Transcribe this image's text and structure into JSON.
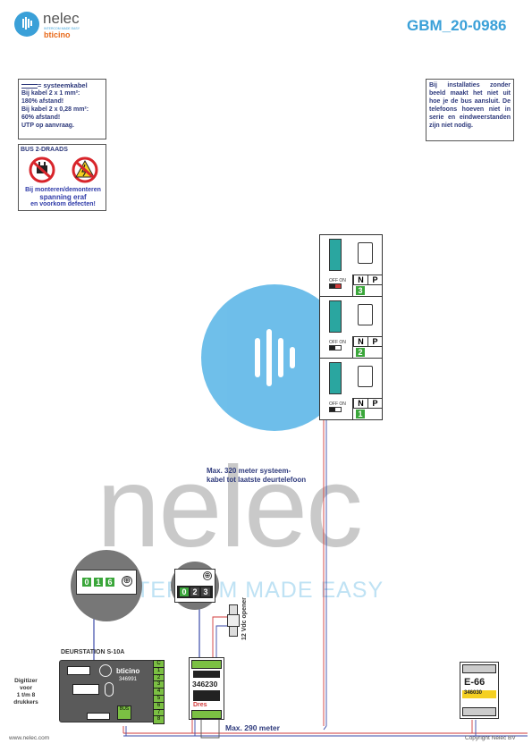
{
  "header": {
    "brand_name": "nelec",
    "brand_tagline": "INTERCOM MADE EASY",
    "brand_partner": "bticino",
    "doc_code": "GBM_20-0986"
  },
  "notes": {
    "cable_title": "= systeemkabel",
    "cable_lines": [
      "Bij kabel 2 x 1 mm²:",
      "180% afstand!",
      "Bij kabel 2 x 0,28 mm²:",
      "60% afstand!",
      "UTP op aanvraag."
    ],
    "bus_title": "BUS 2-DRAADS",
    "bus_warning": [
      "Bij monteren/demonteren",
      "spanning eraf",
      "en voorkom defecten!"
    ],
    "install_note": "Bij installaties zonder beeld maakt het niet uit hoe je de bus aansluit. De telefoons hoeven niet in serie en eindweerstanden zijn niet nodig."
  },
  "phones": [
    {
      "n_label": "N",
      "p_label": "P",
      "number": "3",
      "switch": "OFF ON"
    },
    {
      "n_label": "N",
      "p_label": "P",
      "number": "2",
      "switch": "OFF ON"
    },
    {
      "n_label": "N",
      "p_label": "P",
      "number": "1",
      "switch": "OFF ON"
    }
  ],
  "labels": {
    "max_320": "Max. 320 meter systeem-",
    "max_320_b": "kabel tot laatste deurtelefoon",
    "max_290": "Max. 290 meter",
    "opener": "12 Vdc opener",
    "doorstation_title": "DEURSTATION S-10A",
    "digitizer": [
      "Digitizer",
      "voor",
      "1 t/m 8",
      "drukkers"
    ],
    "bticino": "bticino",
    "doorstation_code": "346991",
    "module_code": "346230",
    "psu_code": "E-66",
    "psu_sub": "346030",
    "bus_lbl": "BUS",
    "dres": "Dres",
    "zoom_left": [
      "0",
      "1",
      "6"
    ],
    "zoom_right": [
      "0",
      "2",
      "3"
    ],
    "terminals": [
      "C",
      "1",
      "2",
      "3",
      "4",
      "5",
      "6",
      "7",
      "8"
    ]
  },
  "watermark": {
    "word": "nelec",
    "tagline": "INTERCOM MADE EASY"
  },
  "footer": {
    "left": "www.nelec.com",
    "right": "Copyright Nelec BV"
  },
  "colors": {
    "brand_blue": "#3aa0d8",
    "navy": "#2e3a7c",
    "terminal_green": "#7bc043",
    "terminal_teal": "#2aa6a0",
    "wire_red": "#d23a3a",
    "wire_blue": "#3a4aa8"
  }
}
